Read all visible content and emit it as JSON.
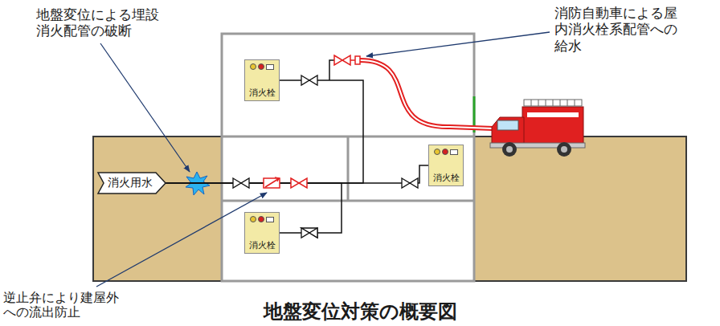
{
  "diagram": {
    "title": "地盤変位対策の概要図",
    "nodes": [
      {
        "text": [
          "消火用水"
        ]
      },
      {
        "text": [
          "消火栓"
        ]
      },
      {
        "text": [
          "消火栓"
        ]
      },
      {
        "text": [
          "消火栓"
        ]
      }
    ],
    "edges": [
      {
        "from": 0,
        "to": 1,
        "arrow": "none"
      },
      {
        "from": 0,
        "to": 2,
        "arrow": "none"
      },
      {
        "from": 0,
        "to": 3,
        "arrow": "none"
      }
    ],
    "labels": [
      "地盤変位による埋設 消火配管の破断",
      "消防自動車による屋 内消火栓系配管への 給水",
      "逆止弁により建屋外 への流出防止"
    ]
  }
}
